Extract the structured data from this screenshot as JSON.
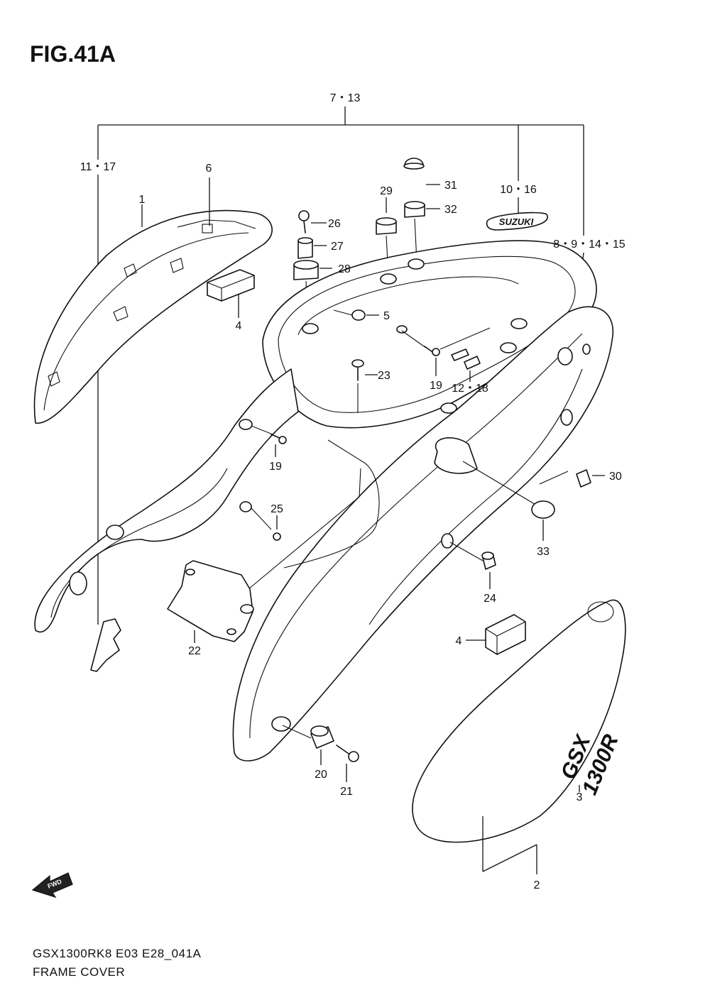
{
  "figure": {
    "title": "FIG.41A",
    "model_code": "GSX1300RK8 E03 E28_041A",
    "section_name": "FRAME COVER",
    "fwd_badge": "FWD",
    "emblem_text": "SUZUKI",
    "cover_logo_lines": [
      "GSX",
      "1300R"
    ]
  },
  "callouts": {
    "c1": "1",
    "c2": "2",
    "c3": "3",
    "c4a": "4",
    "c4b": "4",
    "c5": "5",
    "c6": "6",
    "c7_13": "7・13",
    "c8_9_14_15": "8・9・14・15",
    "c10_16": "10・16",
    "c11_17": "11・17",
    "c12_18": "12・18",
    "c19a": "19",
    "c19b": "19",
    "c20": "20",
    "c21": "21",
    "c22": "22",
    "c23": "23",
    "c24": "24",
    "c25": "25",
    "c26": "26",
    "c27": "27",
    "c28": "28",
    "c29": "29",
    "c30": "30",
    "c31": "31",
    "c32": "32",
    "c33": "33"
  }
}
